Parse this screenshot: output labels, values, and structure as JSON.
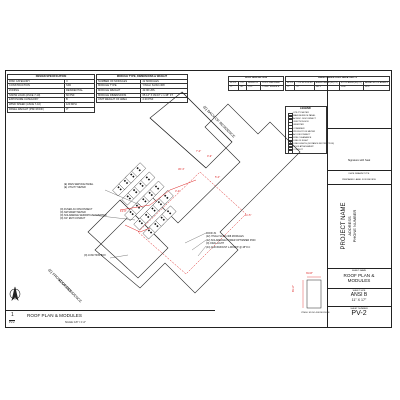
{
  "design_spec": {
    "title": "DESIGN SPECIFICATION",
    "rows": [
      [
        "RISK CATEGORY",
        "II"
      ],
      [
        "CONSTRUCTION",
        "SFD"
      ],
      [
        "ZONING",
        "RESIDENTIAL"
      ],
      [
        "SNOW LOAD (ASCE 7-10)",
        "60 PSF"
      ],
      [
        "EXPOSURE CATEGORY",
        "B"
      ],
      [
        "WIND SPEED (ASCE 7-10)",
        "120 MPH"
      ],
      [
        "PANEL WEIGHT (PSF ROOF)",
        "4*"
      ]
    ]
  },
  "module_spec": {
    "title": "MODULE TYPE, DIMENSIONS & WEIGHT",
    "rows": [
      [
        "NUMBER OF MODULES",
        "22 MODULES"
      ],
      [
        "MODULE TYPE",
        "YINGLI S1/SO-308"
      ],
      [
        "MODULE WEIGHT",
        "42.96 LBS."
      ],
      [
        "MODULE DIMENSIONS",
        "65.14\" X 39.03\" x 1.38\" FT"
      ],
      [
        "UNIT WEIGHT OF AREA",
        "2.30 PSF"
      ]
    ]
  },
  "roof_desc": {
    "title": "ROOF DESCRIPTION",
    "headers": [
      "ROOF",
      "TILT",
      "AZIMUTH",
      "ROOF MATERIAL"
    ],
    "row": [
      "#1",
      "40°",
      "141°",
      "COMP. SHINGLE"
    ]
  },
  "array_area": {
    "title": "ARRAY AREA & ROOF AREA CALC'S",
    "headers": [
      "ROOF",
      "# OF MODULES",
      "ARRAY AREA (Sq. Ft.)",
      "ROOF AREA (Sq. Ft.)",
      "ARRAY/ROOF AREA %"
    ],
    "row": [
      "#1",
      "22",
      "392.1",
      "1156",
      "34%"
    ]
  },
  "legend": {
    "title": "LEGEND",
    "items": [
      "- UTILITY METER",
      "- MAIN SERVICE PANEL",
      "- ACDISC. DISCONNECT",
      "- JUNCTION BOX",
      "- INVERTER",
      "- COMBINER",
      "- PRODUCTION METER",
      "- AC DISCONNECT",
      "- FIRE CLEARANCE",
      "- LINE OF SIGHT",
      "- LINE LENGTH (DISTANCE INSTRUCTION)",
      "- ROOF ATTACHMENT",
      "- CONDUIT"
    ]
  },
  "labels": {
    "back_of_residence": "(E) BACK OF RESIDENCE",
    "front_of_residence": "(E) FRONT OF RESIDENCE",
    "address": "ADDRESS",
    "main_panel": "(E) MAIN SERVICE PANEL\n(E) UTILITY METER",
    "callouts_left": [
      "(N) FUSED AC DISCONNECT",
      "(N) NM SMART METER",
      "(N) SOLAREDGE SE6000H-US INVERTER",
      "(N) 3/4\" EMT CONDUIT"
    ],
    "callouts_right": [
      "ROOF #1",
      "(22) YINGLI S1/SO-308 MODULES",
      "(22) SOLAREDGE POWER OPTIMIZER P340",
      "(N) ORAL LIGHT",
      "(44) QUICKMOUNT L-MOUNT @ 48\"O.C"
    ],
    "junction": "(N) JUNCTION BOX",
    "dims": [
      "7'-0\"",
      "0'-9\"",
      "5'-0\"",
      "13'-0\"",
      "3'-2\"",
      "36'-4\"",
      "11'-5\""
    ],
    "note_small": "YINGLI S1/SO-308 MODULE",
    "dim_right": "39.03\"",
    "dim_bottom": "65.14\""
  },
  "sheet_footer": {
    "number": "1",
    "sub": "PV-2",
    "title": "ROOF PLAN & MODULES",
    "scale": "SCALE: 1/8\" = 1'-0\""
  },
  "title_block": {
    "signature": "Signature with Seal",
    "date_label": "DATE DRAWN/TYPE",
    "prepared_label": "PREPARED LABEL FOR REVIEW",
    "project_name": "PROJECT NAME",
    "address": "ADDRESS",
    "phone": "PHONE NUMBER",
    "sheet_name_label": "SHEET NAME",
    "sheet_name": "ROOF PLAN & MODULES",
    "sheet_size_label": "SHEET SIZE",
    "sheet_size": "ANSI B",
    "sheet_size_dims": "11\" X 17\"",
    "sheet_number_label": "SHEET NUMBER",
    "sheet_number": "PV-2"
  },
  "colors": {
    "accent_red": "#dd2222",
    "line": "#222222"
  }
}
